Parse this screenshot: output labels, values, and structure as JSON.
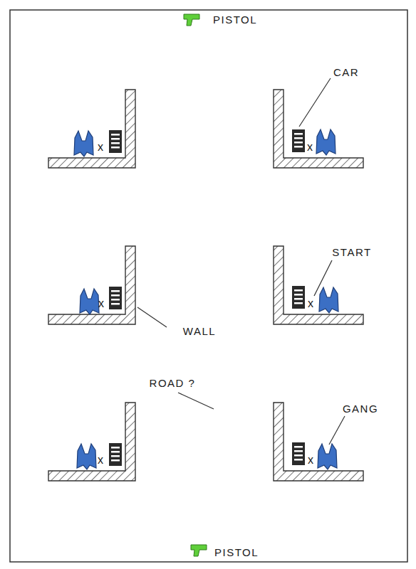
{
  "diagram": {
    "labels": [
      "PISTOL",
      "CAR",
      "x",
      "x",
      "START",
      "x",
      "x",
      "WALL",
      "ROAD ?",
      "GANG",
      "x",
      "x",
      "PISTOL"
    ]
  }
}
